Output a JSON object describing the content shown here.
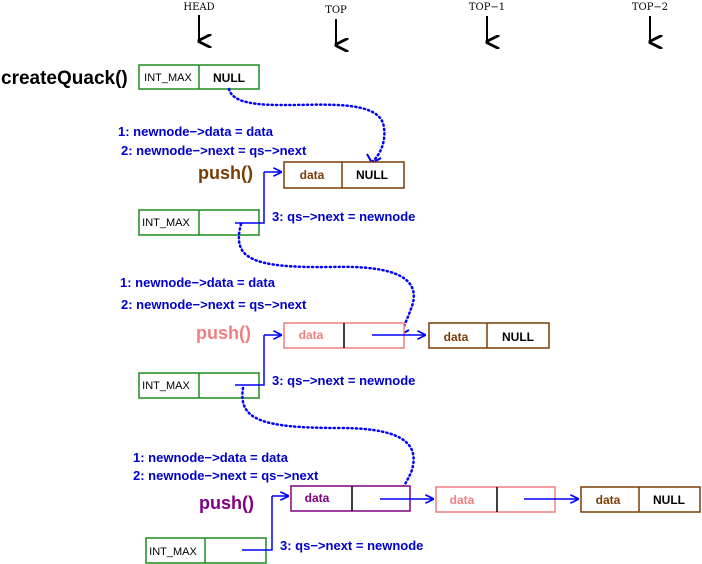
{
  "colors": {
    "green": "#1d8c1d",
    "brown": "#7a3d06",
    "pink": "#f08080",
    "purple": "#800080",
    "blue": "#0000ff",
    "step_text": "#0000cc"
  },
  "header_labels": [
    "HEAD",
    "TOP",
    "TOP−1",
    "TOP−2"
  ],
  "create_label": "createQuack()",
  "int_max": "INT_MAX",
  "null_text": "NULL",
  "data_text": "data",
  "push_label": "push()",
  "steps": {
    "s1": "1: newnode−>data = data",
    "s2": "2: newnode−>next = qs−>next",
    "s3": "3: qs−>next = newnode"
  }
}
